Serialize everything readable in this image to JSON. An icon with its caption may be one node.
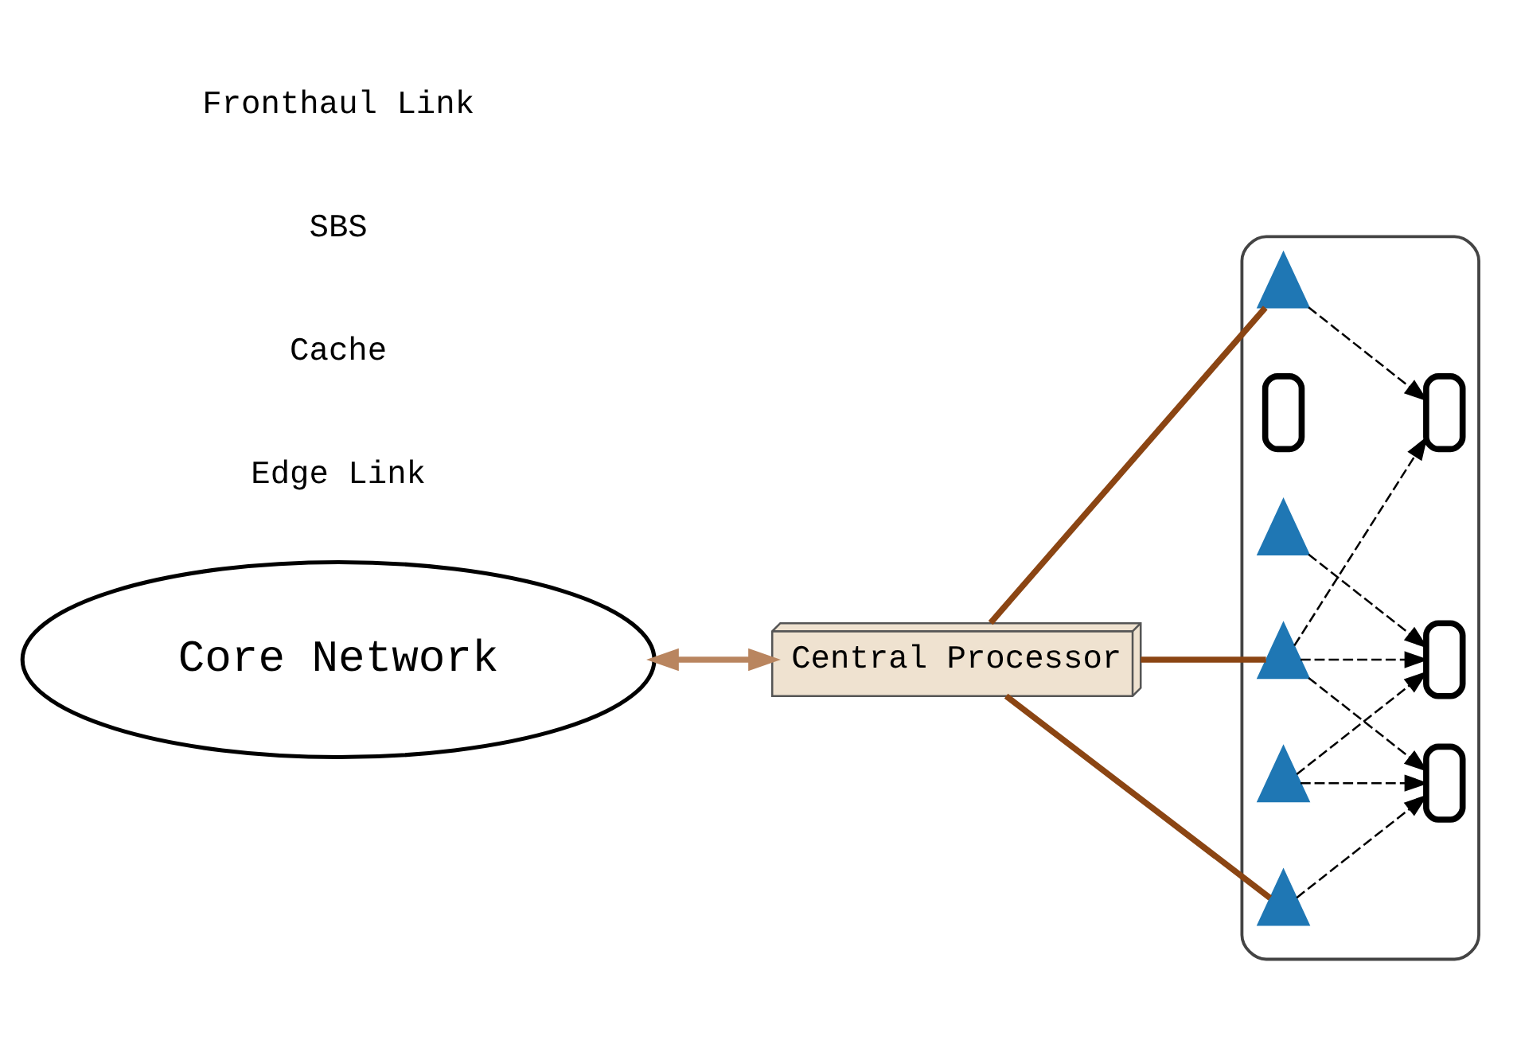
{
  "diagram": {
    "nodes": [
      {
        "text": [
          "Core Network"
        ]
      },
      {
        "text": [
          "Central Processor"
        ]
      },
      {
        "text": [],
        "shape": "ellipse"
      },
      {
        "text": [],
        "shape": "tower",
        "in": 2
      },
      {
        "text": [],
        "shape": "phone",
        "in": 2
      },
      {
        "text": [],
        "shape": "phone",
        "in": 2
      },
      {
        "text": [],
        "shape": "tower",
        "in": 2
      },
      {
        "text": [],
        "shape": "tower",
        "in": 2
      },
      {
        "text": [],
        "shape": "phone",
        "in": 2
      },
      {
        "text": [],
        "shape": "tower",
        "in": 2
      },
      {
        "text": [],
        "shape": "phone",
        "in": 2
      },
      {
        "text": [],
        "shape": "tower",
        "in": 2
      }
    ],
    "edges": [
      {
        "from": 0,
        "to": 1,
        "arrow": "both",
        "style": "thick",
        "color": "#b9855f"
      },
      {
        "from": 1,
        "to": 3,
        "arrow": "none",
        "style": "thick",
        "color": "#8b4513"
      },
      {
        "from": 1,
        "to": 7,
        "arrow": "none",
        "style": "thick",
        "color": "#8b4513"
      },
      {
        "from": 1,
        "to": 11,
        "arrow": "none",
        "style": "thick",
        "color": "#8b4513"
      },
      {
        "from": 3,
        "to": 5,
        "arrow": "to",
        "style": "dashed"
      },
      {
        "from": 7,
        "to": 5,
        "arrow": "to",
        "style": "dashed"
      },
      {
        "from": 7,
        "to": 8,
        "arrow": "to",
        "style": "dashed"
      },
      {
        "from": 6,
        "to": 8,
        "arrow": "to",
        "style": "dashed"
      },
      {
        "from": 9,
        "to": 8,
        "arrow": "to",
        "style": "dashed"
      },
      {
        "from": 9,
        "to": 10,
        "arrow": "to",
        "style": "dashed"
      },
      {
        "from": 7,
        "to": 10,
        "arrow": "to",
        "style": "dashed"
      },
      {
        "from": 11,
        "to": 10,
        "arrow": "to",
        "style": "dashed"
      }
    ],
    "labels": [
      "Edge Link",
      "Cache",
      "SBS",
      "Fronthaul Link"
    ]
  }
}
